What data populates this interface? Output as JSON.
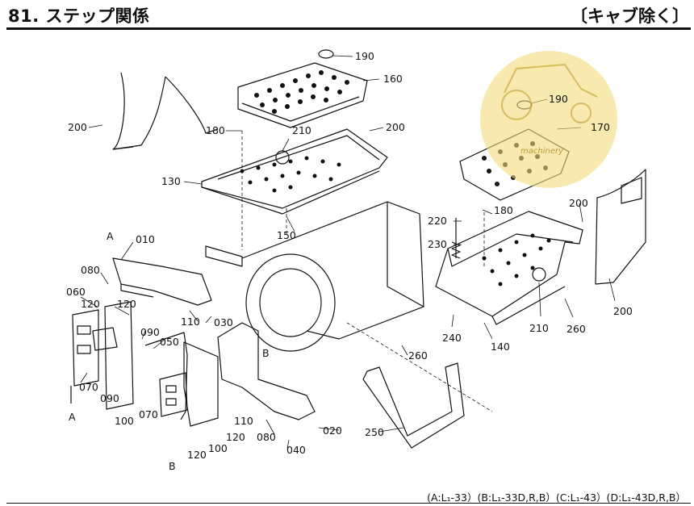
{
  "header": {
    "title": "81. ステップ関係",
    "subtitle": "〔キャブ除く〕"
  },
  "parts": {
    "p190a": "190",
    "p160": "160",
    "p200a": "200",
    "p180a": "180",
    "p210a": "210",
    "p200b": "200",
    "p130": "130",
    "p150": "150",
    "p010": "010",
    "pA1": "A",
    "p080a": "080",
    "p060": "060",
    "p120a": "120",
    "p120b": "120",
    "p110a": "110",
    "p030": "030",
    "p090a": "090",
    "p050": "050",
    "p070a": "070",
    "p090b": "090",
    "p070b": "070",
    "p100a": "100",
    "pA2": "A",
    "pB1": "B",
    "p110b": "110",
    "p120c": "120",
    "p080b": "080",
    "p100b": "100",
    "p120d": "120",
    "pB2": "B",
    "p040": "040",
    "p020": "020",
    "p250": "250",
    "p260a": "260",
    "p240": "240",
    "p140": "140",
    "p210b": "210",
    "p260b": "260",
    "p200c": "200",
    "p200d": "200",
    "p220": "220",
    "p180b": "180",
    "p230": "230",
    "p190b": "190",
    "p170": "170"
  },
  "watermark": {
    "text": "machinery"
  },
  "legend": "(A:L₁-33）(B:L₁-33D,R,B）(C:L₁-43）(D:L₁-43D,R,B）",
  "colors": {
    "ink": "#111111",
    "watermark": "#f3dc7a",
    "paper": "#ffffff"
  }
}
